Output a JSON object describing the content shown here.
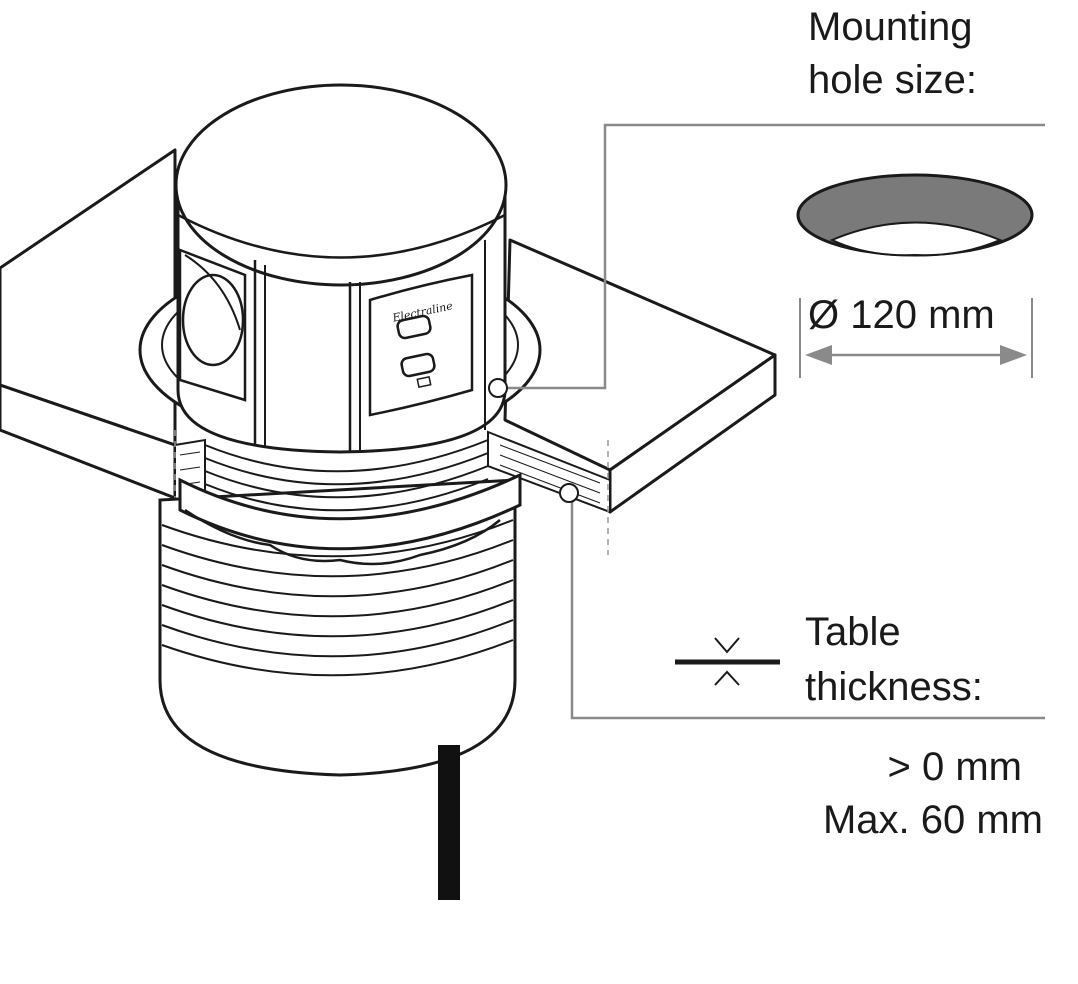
{
  "mounting_hole": {
    "line1": "Mounting",
    "line2": "hole size:",
    "diameter": "Ø 120 mm"
  },
  "table_thickness": {
    "line1": "Table",
    "line2": "thickness:",
    "min": "> 0 mm",
    "max": "Max. 60 mm"
  },
  "brand_text": "Electraline",
  "colors": {
    "line": "#1a1a1a",
    "leader": "#8a8a8a",
    "hole_fill": "#7a7a7a",
    "cable": "#111111"
  }
}
